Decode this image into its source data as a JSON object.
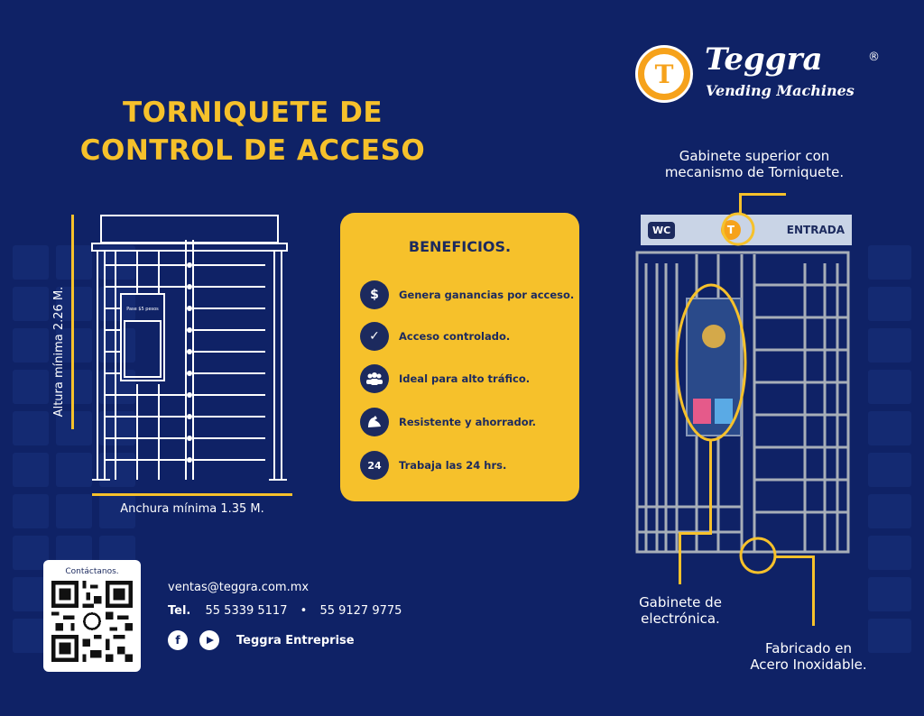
{
  "title": {
    "line1": "TORNIQUETE DE",
    "line2": "CONTROL DE ACCESO"
  },
  "dimensions": {
    "height_label": "Altura mínima 2.26 M.",
    "width_label": "Anchura mínima 1.35 M."
  },
  "diagram": {
    "sign_text": "Pase $5 pesos"
  },
  "benefits": {
    "heading": "BENEFICIOS.",
    "items": [
      {
        "label": "Genera ganancias por acceso.",
        "icon": "money-icon"
      },
      {
        "label": "Acceso controlado.",
        "icon": "check-icon"
      },
      {
        "label": "Ideal para alto tráfico.",
        "icon": "people-icon"
      },
      {
        "label": "Resistente y ahorrador.",
        "icon": "strength-icon"
      },
      {
        "label": "Trabaja las 24 hrs.",
        "icon": "clock-24-icon",
        "glyph": "24"
      }
    ]
  },
  "logo": {
    "name": "Teggra",
    "letter": "T",
    "reg": "®",
    "subtitle": "Vending Machines"
  },
  "callouts": {
    "top": {
      "line1": "Gabinete superior con",
      "line2": "mecanismo de Torniquete."
    },
    "electronics": {
      "line1": "Gabinete de",
      "line2": "electrónica."
    },
    "material": {
      "line1": "Fabricado en",
      "line2": "Acero Inoxidable."
    }
  },
  "photo": {
    "wc": "WC",
    "entrada": "ENTRADA"
  },
  "contact": {
    "card_title": "Contáctanos.",
    "email": "ventas@teggra.com.mx",
    "tel_label": "Tel.",
    "phone1": "55 5339 5117",
    "separator": "•",
    "phone2": "55 9127 9775",
    "social_name": "Teggra Entreprise",
    "social_icons": [
      "facebook-icon",
      "youtube-icon"
    ]
  },
  "colors": {
    "background": "#0f2266",
    "accent": "#f6c12b",
    "text_dark": "#1c2a5e"
  }
}
